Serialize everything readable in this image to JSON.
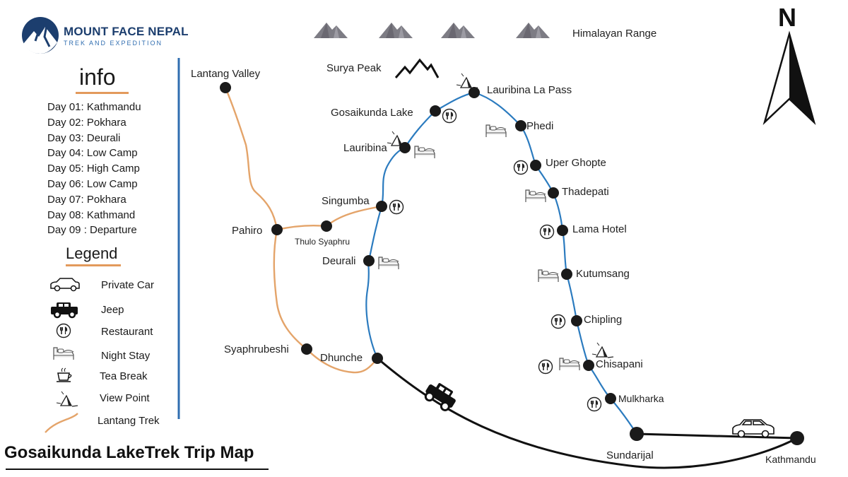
{
  "brand": {
    "name": "MOUNT FACE NEPAL",
    "tagline": "TREK AND EXPEDITION"
  },
  "info": {
    "heading": "info",
    "days": [
      "Day 01: Kathmandu",
      "Day 02: Pokhara",
      "Day 03: Deurali",
      "Day 04: Low Camp",
      "Day 05: High Camp",
      "Day 06: Low Camp",
      "Day 07: Pokhara",
      "Day 08: Kathmand",
      "Day 09 : Departure"
    ]
  },
  "legend": {
    "heading": "Legend",
    "items": [
      {
        "icon": "car-icon",
        "label": "Private Car"
      },
      {
        "icon": "jeep-icon",
        "label": "Jeep"
      },
      {
        "icon": "restaurant-icon",
        "label": "Restaurant"
      },
      {
        "icon": "bed-icon",
        "label": "Night Stay"
      },
      {
        "icon": "tea-cup-icon",
        "label": "Tea Break"
      },
      {
        "icon": "viewpoint-icon",
        "label": "View Point"
      },
      {
        "icon": "trek-line-icon",
        "label": "Lantang Trek"
      }
    ]
  },
  "title": "Gosaikunda LakeTrek Trip Map",
  "range_label": "Himalayan Range",
  "peak_label": "Surya Peak",
  "north_label": "N",
  "places": {
    "lantang_valley": "Lantang Valley",
    "pahiro": "Pahiro",
    "thulo_syaphru": "Thulo Syaphru",
    "singumba": "Singumba",
    "deurali": "Deurali",
    "syaphrubeshi": "Syaphrubeshi",
    "dhunche": "Dhunche",
    "lauribina": "Lauribina",
    "gosaikunda_lake": "Gosaikunda Lake",
    "lauribina_la_pass": "Lauribina La Pass",
    "phedi": "Phedi",
    "uper_ghopte": "Uper Ghopte",
    "thadepati": "Thadepati",
    "lama_hotel": "Lama Hotel",
    "kutumsang": "Kutumsang",
    "chipling": "Chipling",
    "chisapani": "Chisapani",
    "mulkharka": "Mulkharka",
    "sundarijal": "Sundarijal",
    "kathmandu": "Kathmandu"
  },
  "colors": {
    "trek_route": "#e4a46a",
    "gosaikunda_route": "#2b7bbf",
    "road": "#111111",
    "divider": "#2f6db0",
    "underline": "#e39a5c",
    "mountain": "#7d7c84"
  }
}
